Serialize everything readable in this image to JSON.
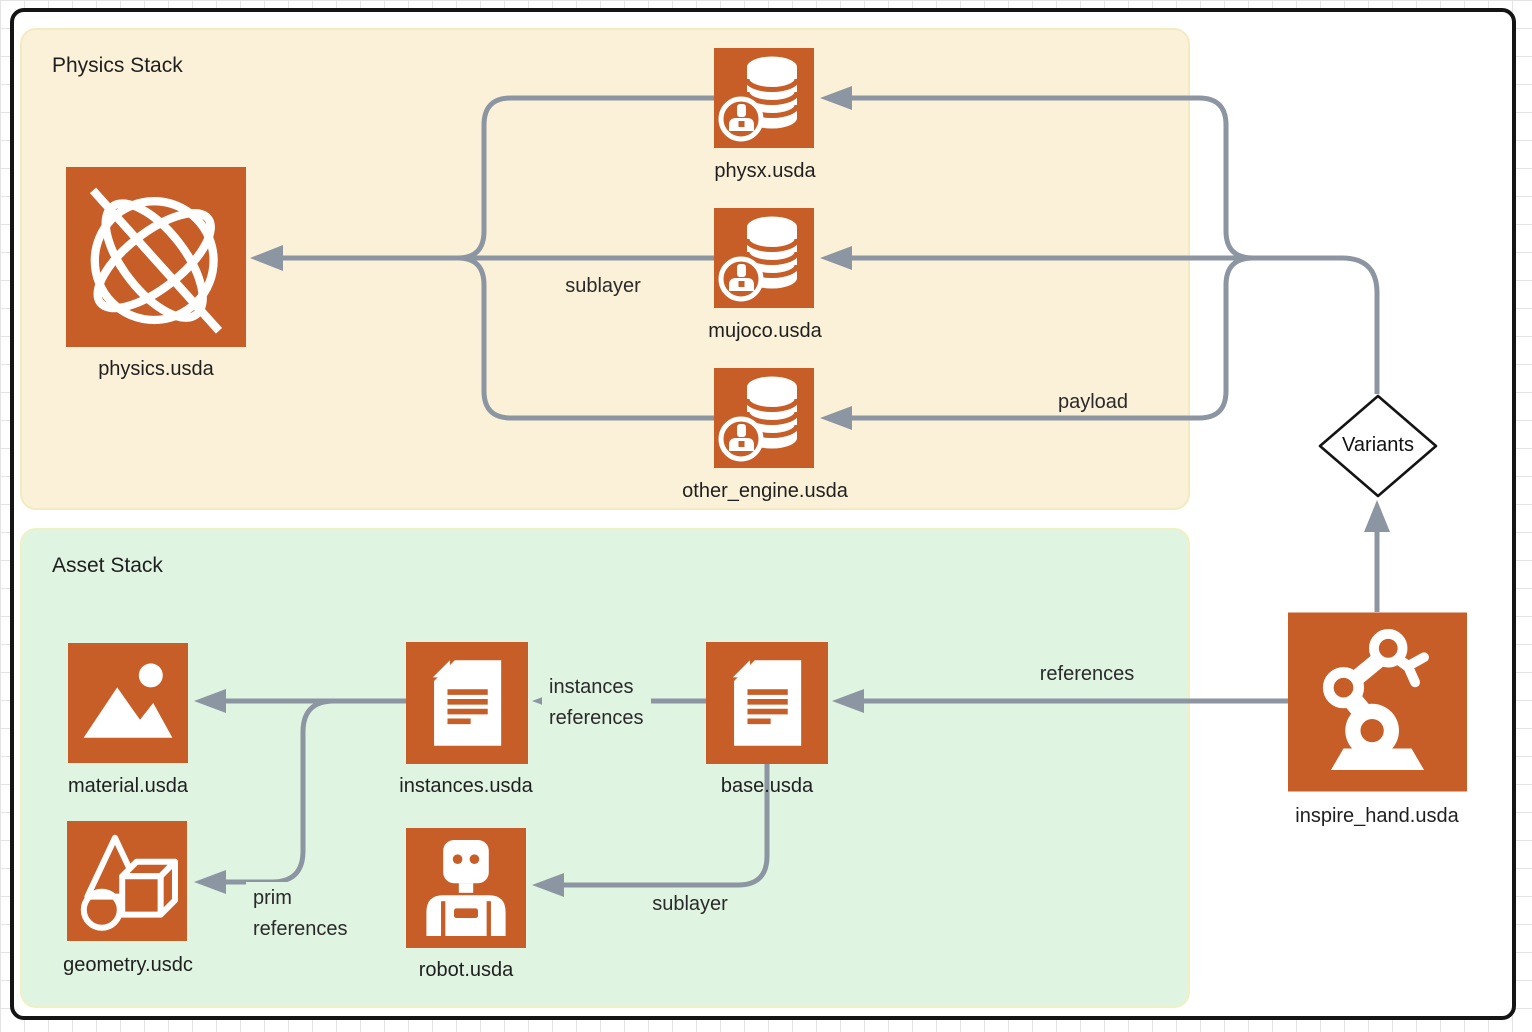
{
  "colors": {
    "orange": "#C75E28",
    "cream": "#FBF1D8",
    "cream_border": "#F2EBC2",
    "green": "#E0F4E2",
    "green_border": "#EFF1C4",
    "edge": "#8C96A2",
    "ink": "#1F1F1F"
  },
  "groups": {
    "physics": {
      "title": "Physics Stack"
    },
    "asset": {
      "title": "Asset Stack"
    }
  },
  "nodes": {
    "physics": {
      "label": "physics.usda"
    },
    "physx": {
      "label": "physx.usda"
    },
    "mujoco": {
      "label": "mujoco.usda"
    },
    "other_engine": {
      "label": "other_engine.usda"
    },
    "material": {
      "label": "material.usda"
    },
    "geometry": {
      "label": "geometry.usdc"
    },
    "instances": {
      "label": "instances.usda"
    },
    "base": {
      "label": "base.usda"
    },
    "robot": {
      "label": "robot.usda"
    },
    "inspire_hand": {
      "label": "inspire_hand.usda"
    }
  },
  "decision": {
    "label": "Variants"
  },
  "edge_labels": {
    "sublayer_physics": "sublayer",
    "payload": "payload",
    "references": "references",
    "instances_line1": "instances",
    "instances_line2": "references",
    "prim_line1": "prim",
    "prim_line2": "references",
    "sublayer_asset": "sublayer"
  },
  "edges": [
    {
      "from": "inspire_hand.usda",
      "to": "Variants",
      "label": ""
    },
    {
      "from": "Variants",
      "to": "physx.usda",
      "label": ""
    },
    {
      "from": "Variants",
      "to": "mujoco.usda",
      "label": ""
    },
    {
      "from": "Variants",
      "to": "other_engine.usda",
      "label": "payload"
    },
    {
      "from": "physx.usda, mujoco.usda, other_engine.usda",
      "to": "physics.usda",
      "label": "sublayer"
    },
    {
      "from": "inspire_hand.usda",
      "to": "base.usda",
      "label": "references"
    },
    {
      "from": "base.usda",
      "to": "instances.usda",
      "label": "instances references"
    },
    {
      "from": "base.usda",
      "to": "robot.usda",
      "label": "sublayer"
    },
    {
      "from": "instances.usda",
      "to": "material.usda",
      "label": ""
    },
    {
      "from": "instances.usda",
      "to": "geometry.usdc",
      "label": "prim references"
    }
  ]
}
